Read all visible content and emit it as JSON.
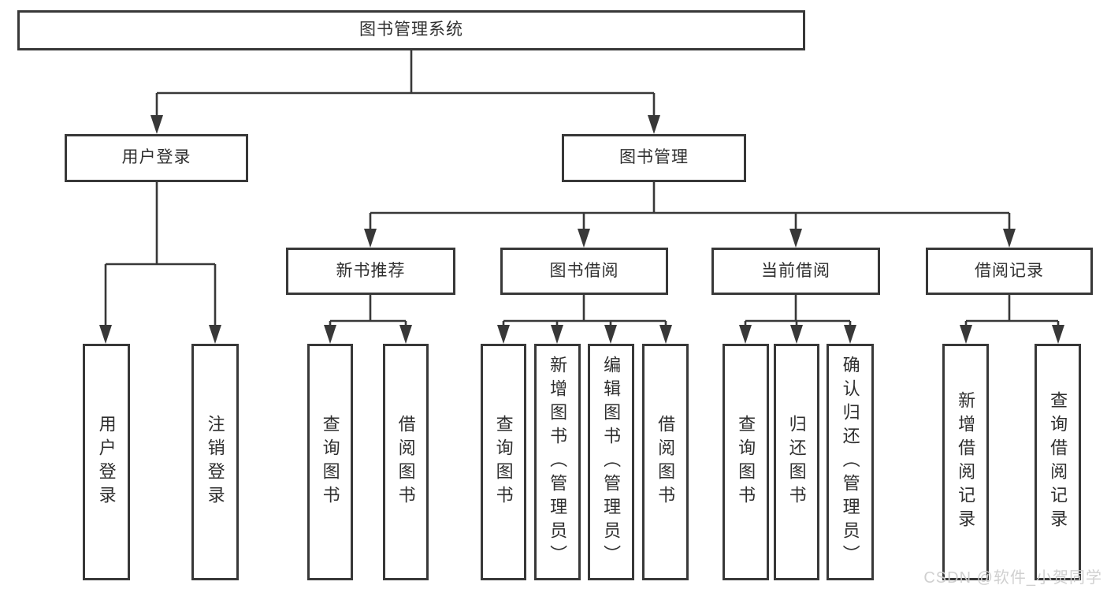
{
  "colors": {
    "background": "#ffffff",
    "line": "#383838",
    "box_border": "#383838",
    "text": "#2f2f2f",
    "watermark": "#cdcdcd"
  },
  "watermark": {
    "text": "CSDN @软件_小贺同学"
  },
  "tree": {
    "label": "图书管理系统",
    "children": [
      {
        "label": "用户登录",
        "children": [
          {
            "label": "用户登录"
          },
          {
            "label": "注销登录"
          }
        ]
      },
      {
        "label": "图书管理",
        "children": [
          {
            "label": "新书推荐",
            "children": [
              {
                "label": "查询图书"
              },
              {
                "label": "借阅图书"
              }
            ]
          },
          {
            "label": "图书借阅",
            "children": [
              {
                "label": "查询图书"
              },
              {
                "label": "新增图书（管理员）"
              },
              {
                "label": "编辑图书（管理员）"
              },
              {
                "label": "借阅图书"
              }
            ]
          },
          {
            "label": "当前借阅",
            "children": [
              {
                "label": "查询图书"
              },
              {
                "label": "归还图书"
              },
              {
                "label": "确认归还（管理员）"
              }
            ]
          },
          {
            "label": "借阅记录",
            "children": [
              {
                "label": "新增借阅记录"
              },
              {
                "label": "查询借阅记录"
              }
            ]
          }
        ]
      }
    ]
  }
}
